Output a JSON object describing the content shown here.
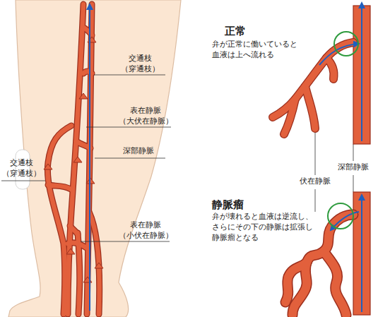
{
  "diagram": {
    "labels": [
      "交通枝 （穿通枝）",
      "表在静脈 （大伏在静脈）",
      "深部静脈",
      "交通枝 （穿通枝）",
      "表在静脈 （小伏在静脈）",
      "正常",
      "弁が正常に働いていると 血液は上へ流れる",
      "深部静脈",
      "伏在静脈",
      "静脈瘤",
      "弁が壊れると血液は逆流し、 さらにその下の静脈は拡張し 静脈瘤となる"
    ]
  }
}
